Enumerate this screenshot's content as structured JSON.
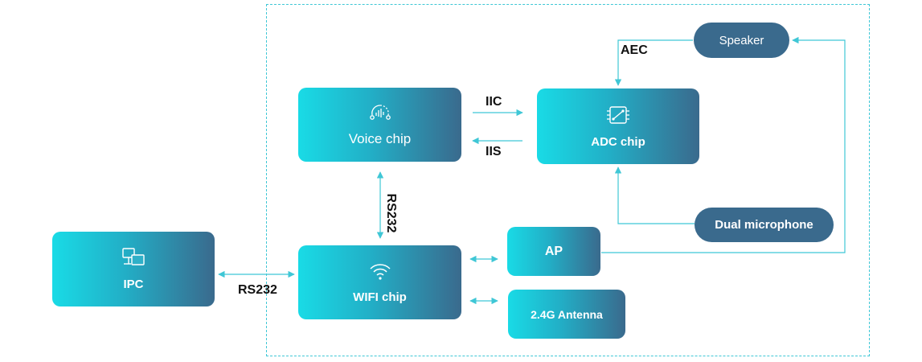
{
  "nodes": {
    "ipc": "IPC",
    "voice_chip": "Voice chip",
    "adc_chip": "ADC chip",
    "wifi_chip": "WIFI chip",
    "ap": "AP",
    "antenna": "2.4G Antenna",
    "speaker": "Speaker",
    "dual_microphone": "Dual microphone"
  },
  "links": {
    "iic": "IIC",
    "iis": "IIS",
    "aec": "AEC",
    "rs232_vertical": "RS232",
    "rs232_ipc": "RS232"
  },
  "icons": {
    "ipc": "devices-icon",
    "voice_chip": "voice-wave-icon",
    "adc_chip": "chip-icon",
    "wifi_chip": "wifi-icon"
  },
  "colors": {
    "gradient_start": "#19dbe6",
    "gradient_end": "#3a6a8d",
    "line": "#3fc7d6",
    "pill": "#3a6a8d"
  }
}
